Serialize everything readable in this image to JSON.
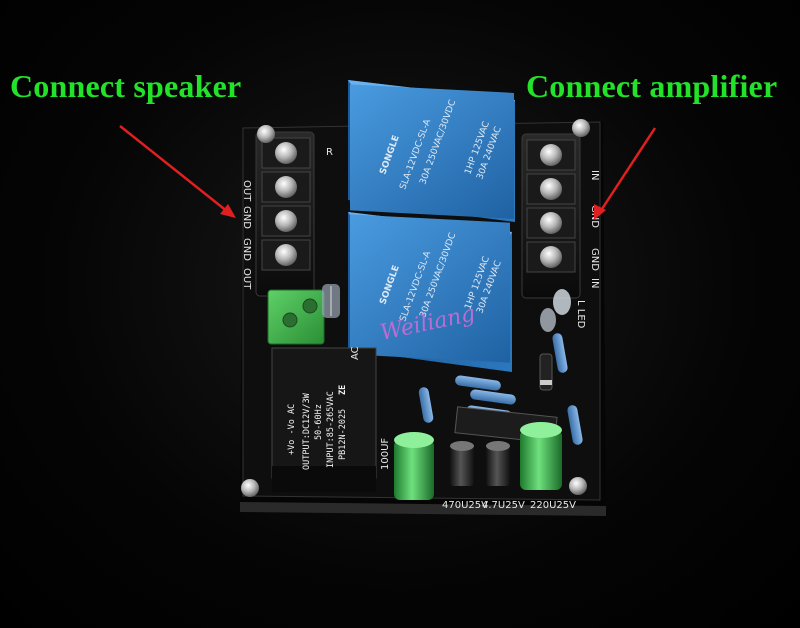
{
  "captions": {
    "left": "Connect speaker",
    "right": "Connect amplifier"
  },
  "colors": {
    "caption": "#22e22a",
    "arrow": "#e02020",
    "board": "#0d0d0d",
    "relay": "#2e7fc4",
    "terminal_green": "#3fb24a"
  },
  "board_labels": {
    "channel": "R",
    "left_terminals": [
      "OUT",
      "GND",
      "GND",
      "OUT"
    ],
    "right_terminals": [
      "IN",
      "GND",
      "GND",
      "IN"
    ],
    "led": "L LED",
    "cap_left": "470U25V",
    "cap_mid": "4.7U25V",
    "cap_right": "220U25V",
    "cap_small": "100UF",
    "ac": "AC"
  },
  "relay_top": {
    "brand": "SONGLE",
    "model": "SLA-12VDC-SL-A",
    "rating1": "30A 250VAC/30VDC",
    "rating2": "1HP 125VAC",
    "rating3": "30A 240VAC"
  },
  "relay_bottom": {
    "brand": "SONGLE",
    "model": "SLA-12VDC-SL-A",
    "rating1": "30A 250VAC/30VDC",
    "rating2": "1HP 125VAC",
    "rating3": "30A 240VAC"
  },
  "psu": {
    "logo": "ZE",
    "model": "PB12N-2025",
    "input": "INPUT:85-265VAC",
    "freq": "50-60Hz",
    "output": "OUTPUT:DC12V/3W",
    "pins": "+Vo  -Vo  AC"
  },
  "watermark": "Weiliang"
}
